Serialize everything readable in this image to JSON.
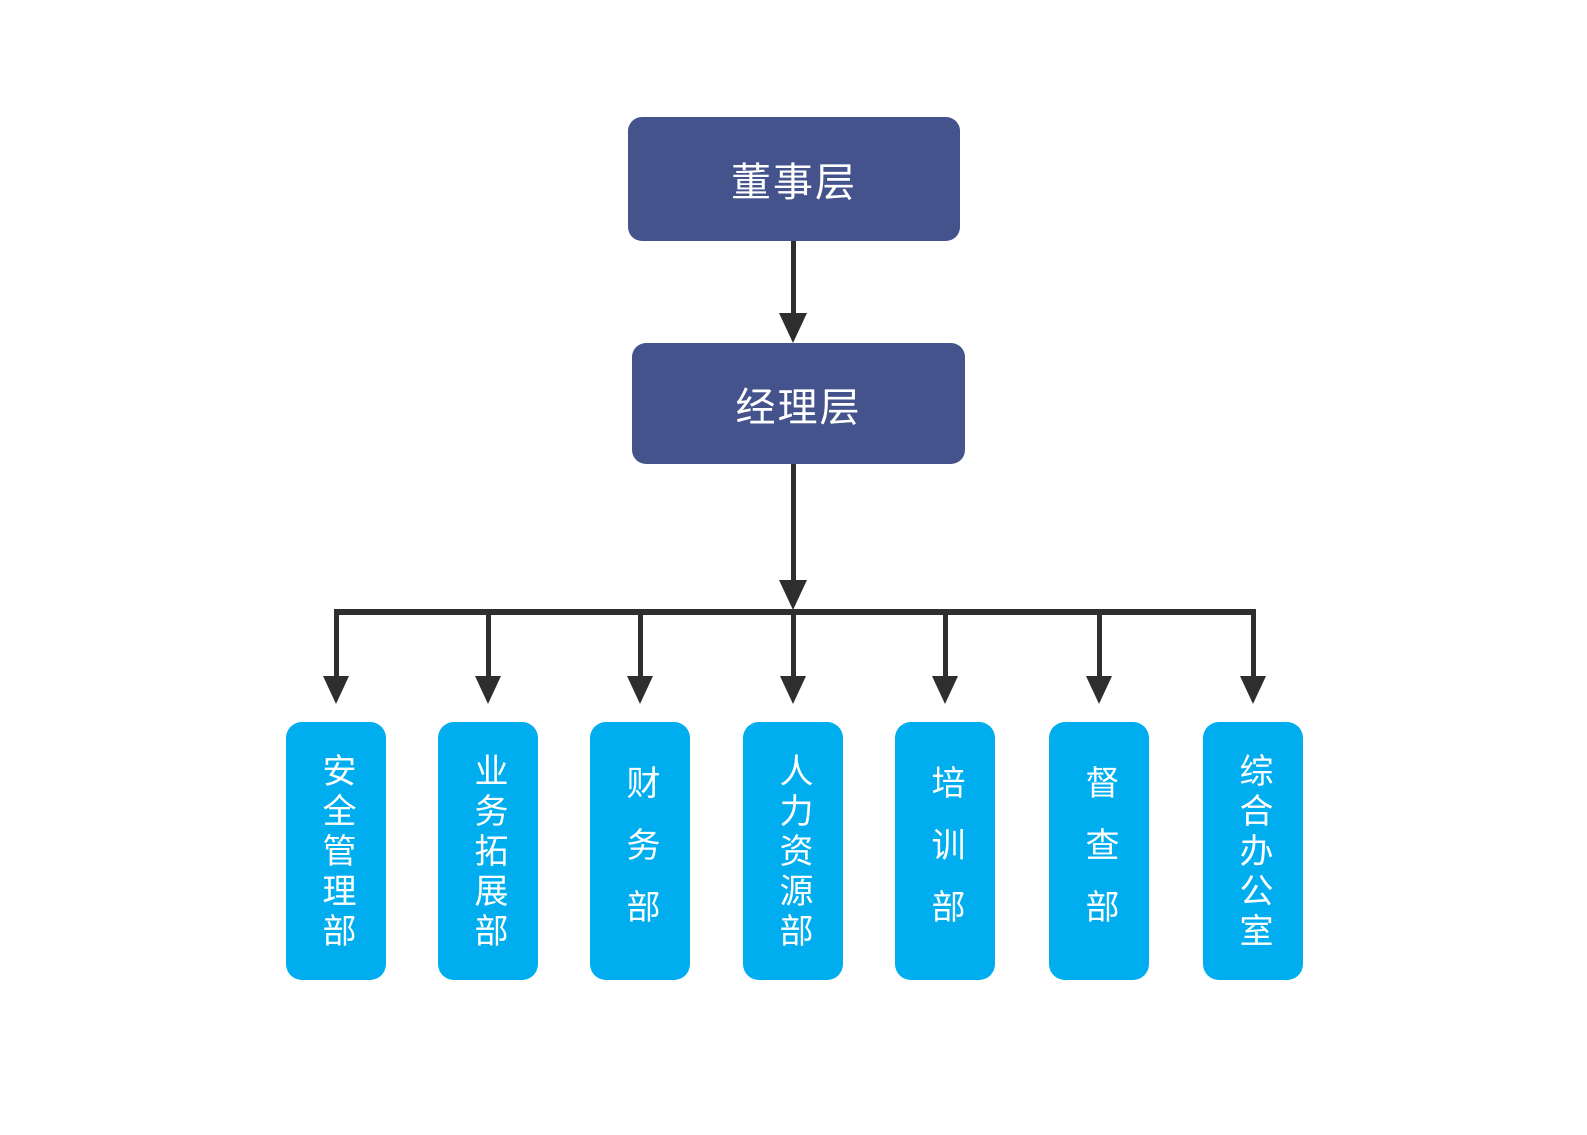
{
  "chart_data": {
    "type": "diagram",
    "diagram_kind": "organizational-chart",
    "title": "",
    "orientation": "top-down",
    "colors": {
      "level_box_fill": "#45538C",
      "level_box_text": "#ffffff",
      "department_box_fill": "#00ADEE",
      "department_box_text": "#ffffff",
      "connector": "#2e2e2e",
      "background": "#ffffff"
    },
    "levels": [
      {
        "id": "board",
        "label": "董事层",
        "fill": "#45538C",
        "rank": 1
      },
      {
        "id": "manager",
        "label": "经理层",
        "fill": "#45538C",
        "rank": 2
      }
    ],
    "departments": [
      {
        "id": "safety",
        "label": "安全管理部",
        "chars": 5,
        "spacing": "tightest"
      },
      {
        "id": "business",
        "label": "业务拓展部",
        "chars": 5,
        "spacing": "tightest"
      },
      {
        "id": "finance",
        "label": "财务部",
        "chars": 3,
        "spacing": "wide"
      },
      {
        "id": "hr",
        "label": "人力资源部",
        "chars": 5,
        "spacing": "tightest"
      },
      {
        "id": "training",
        "label": "培训部",
        "chars": 3,
        "spacing": "wide"
      },
      {
        "id": "inspect",
        "label": "督查部",
        "chars": 3,
        "spacing": "wide"
      },
      {
        "id": "office",
        "label": "综合办公室",
        "chars": 5,
        "spacing": "tightest"
      }
    ],
    "edges": [
      {
        "from": "board",
        "to": "manager",
        "style": "arrow"
      },
      {
        "from": "manager",
        "to": "distribution-bar",
        "style": "arrow"
      },
      {
        "from": "distribution-bar",
        "to": "safety",
        "style": "arrow"
      },
      {
        "from": "distribution-bar",
        "to": "business",
        "style": "arrow"
      },
      {
        "from": "distribution-bar",
        "to": "finance",
        "style": "arrow"
      },
      {
        "from": "distribution-bar",
        "to": "hr",
        "style": "arrow"
      },
      {
        "from": "distribution-bar",
        "to": "training",
        "style": "arrow"
      },
      {
        "from": "distribution-bar",
        "to": "inspect",
        "style": "arrow"
      },
      {
        "from": "distribution-bar",
        "to": "office",
        "style": "arrow"
      }
    ]
  },
  "levels": {
    "board": {
      "label": "董事层"
    },
    "manager": {
      "label": "经理层"
    }
  },
  "departments": [
    {
      "label": "安全管理部"
    },
    {
      "label": "业务拓展部"
    },
    {
      "label": "财务部"
    },
    {
      "label": "人力资源部"
    },
    {
      "label": "培训部"
    },
    {
      "label": "督查部"
    },
    {
      "label": "综合办公室"
    }
  ]
}
